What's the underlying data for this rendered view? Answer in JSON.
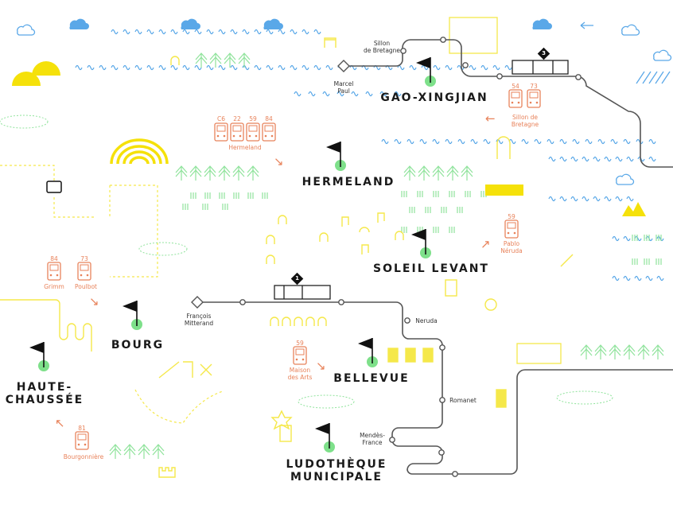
{
  "colors": {
    "line": "#555555",
    "flag": "#111111",
    "flag_dot": "#7ee08a",
    "bus": "#e8825a",
    "deco_yellow": "#f5e84a",
    "deco_green": "#8fe39b",
    "deco_blue": "#5aa8e8",
    "text": "#1a1a1a"
  },
  "neighborhoods": [
    {
      "name": "GAO-XINGJIAN"
    },
    {
      "name": "HERMELAND"
    },
    {
      "name": "SOLEIL LEVANT"
    },
    {
      "name": "BOURG"
    },
    {
      "name": "HAUTE-\nCHAUSSÉE",
      "line1": "HAUTE-",
      "line2": "CHAUSSÉE"
    },
    {
      "name": "BELLEVUE"
    },
    {
      "name": "LUDOTHÈQUE MUNICIPALE",
      "line1": "LUDOTHÈQUE",
      "line2": "MUNICIPALE"
    }
  ],
  "tram_lines": [
    {
      "number": "1",
      "stations": [
        {
          "line1": "François",
          "line2": "Mitterand"
        },
        {
          "line1": "Neruda"
        },
        {
          "line1": "Romanet"
        },
        {
          "line1": "Mendès-",
          "line2": "France"
        }
      ]
    },
    {
      "number": "3",
      "stations": [
        {
          "line1": "Marcel",
          "line2": "Paul"
        },
        {
          "line1": "Sillon",
          "line2": "de Bretagne"
        }
      ]
    }
  ],
  "bus_stops": [
    {
      "lines": [
        "54",
        "73"
      ],
      "line1": "Sillon de",
      "line2": "Bretagne",
      "arrow": "←"
    },
    {
      "lines": [
        "C6",
        "22",
        "59",
        "84"
      ],
      "line1": "Hermeland",
      "arrow": "↘"
    },
    {
      "lines": [
        "59"
      ],
      "line1": "Pablo",
      "line2": "Néruda",
      "arrow": "↗"
    },
    {
      "lines": [
        "84",
        "73"
      ],
      "labels": [
        "Grimm",
        "Poulbot"
      ],
      "arrow": "↘"
    },
    {
      "lines": [
        "59"
      ],
      "line1": "Maison",
      "line2": "des Arts",
      "arrow": "↘"
    },
    {
      "lines": [
        "81"
      ],
      "line1": "Bourgonnière",
      "arrow": "↖"
    }
  ]
}
